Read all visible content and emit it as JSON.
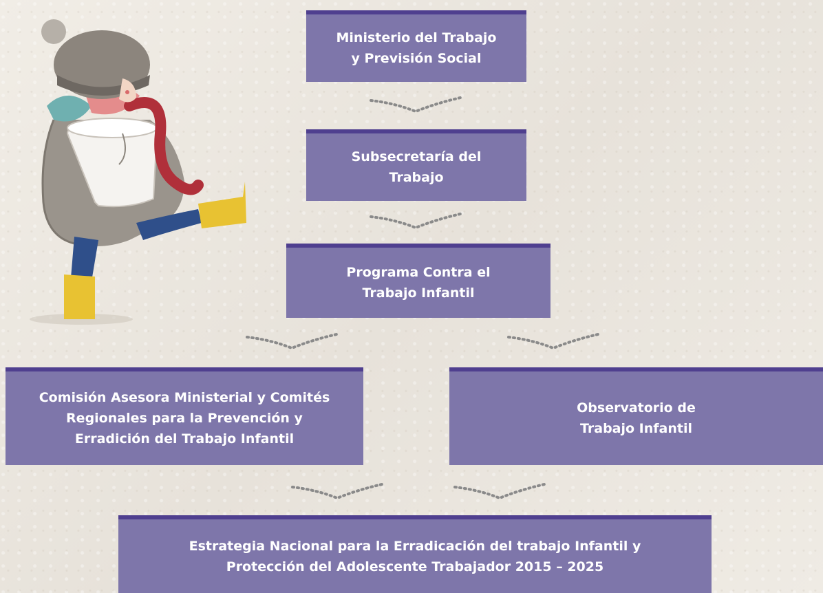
{
  "boxes": {
    "ministerio": {
      "line1": "Ministerio del Trabajo",
      "line2": "y Previsión Social"
    },
    "subsecretaria": {
      "line1": "Subsecretaría del",
      "line2": "Trabajo"
    },
    "programa": {
      "line1": "Programa Contra el",
      "line2": "Trabajo Infantil"
    },
    "comision": {
      "line1": "Comisión Asesora Ministerial y Comités",
      "line2": "Regionales para la Prevención y",
      "line3": "Erradición del Trabajo Infantil"
    },
    "observatorio": {
      "line1": "Observatorio de",
      "line2": "Trabajo Infantil"
    },
    "estrategia": {
      "line1": "Estrategia Nacional para la Erradicación del trabajo Infantil y",
      "line2": "Protección del Adolescente Trabajador 2015 – 2025"
    }
  },
  "colors": {
    "box_fill": "#7e76aa",
    "box_top_border": "#4f3f8f",
    "box_text": "#ffffff",
    "connector": "#8a8a8a",
    "background": "#eeeae3"
  },
  "illustration": {
    "icon": "child-carrying-bucket-illustration"
  }
}
